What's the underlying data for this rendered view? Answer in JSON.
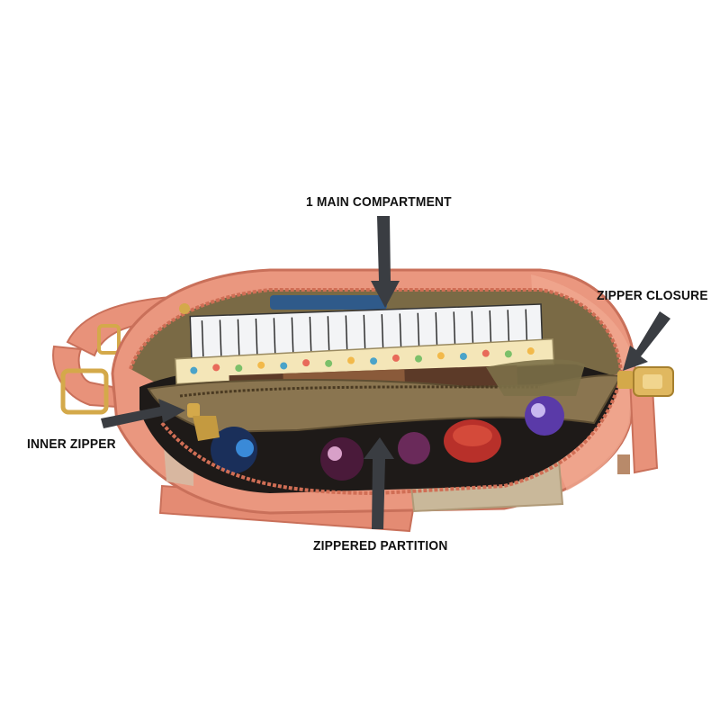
{
  "callouts": {
    "main_compartment": "1 MAIN COMPARTMENT",
    "zipper_closure": "ZIPPER CLOSURE",
    "inner_zipper": "INNER ZIPPER",
    "zippered_partition": "ZIPPERED PARTITION"
  },
  "colors": {
    "bag_leather": "#e8927a",
    "bag_dark": "#c9705a",
    "lining": "#7a6a45",
    "zipper_gold": "#d4a94a",
    "arrow": "#3a3d42",
    "text": "#111111"
  }
}
